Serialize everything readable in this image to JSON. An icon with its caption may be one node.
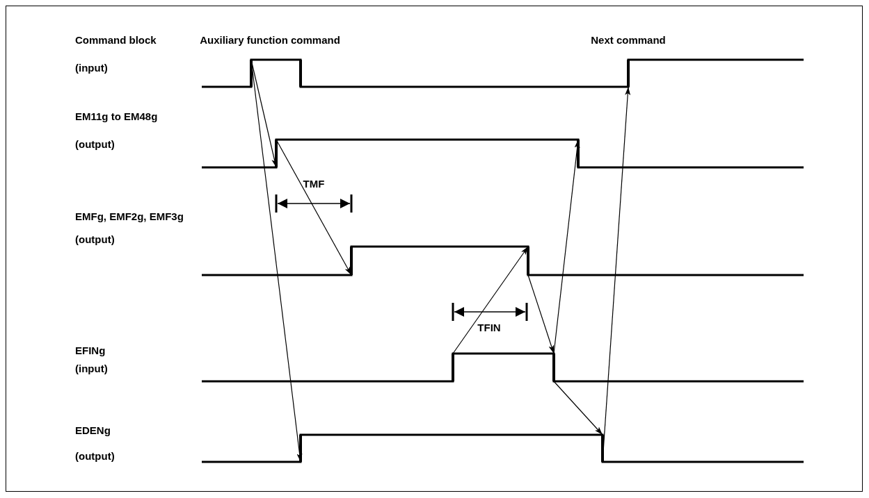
{
  "diagram": {
    "nodes": [
      {
        "text": [],
        "shape": "bar"
      },
      {
        "text": [],
        "shape": "bar"
      },
      {
        "text": [],
        "shape": "bar"
      },
      {
        "text": [],
        "shape": "bar"
      },
      {
        "text": [],
        "shape": "bar"
      },
      {
        "text": [],
        "shape": "bar"
      },
      {
        "text": [],
        "shape": "bar"
      },
      {
        "text": [],
        "shape": "bar"
      },
      {
        "text": [],
        "shape": "bar"
      },
      {
        "text": [],
        "shape": "bar"
      },
      {
        "text": [],
        "shape": "bar"
      }
    ],
    "edges": [
      {
        "from": 0,
        "to": 3,
        "arrow": "to"
      },
      {
        "from": 0,
        "to": 9,
        "arrow": "to"
      },
      {
        "from": 3,
        "to": 5,
        "arrow": "to"
      },
      {
        "from": 7,
        "to": 6,
        "arrow": "to"
      },
      {
        "from": 6,
        "to": 8,
        "arrow": "to"
      },
      {
        "from": 8,
        "to": 4,
        "arrow": "to"
      },
      {
        "from": 8,
        "to": 10,
        "arrow": "to"
      },
      {
        "from": 10,
        "to": 2,
        "arrow": "to"
      }
    ],
    "labels": [
      "Command block",
      "Auxiliary function command",
      "Next command",
      "(input)",
      "EM11g to EM48g",
      "(output)",
      "TMF",
      "EMFg, EMF2g, EMF3g",
      "(output)",
      "TFIN",
      "EFINg",
      "(input)",
      "EDENg",
      "(output)"
    ]
  }
}
